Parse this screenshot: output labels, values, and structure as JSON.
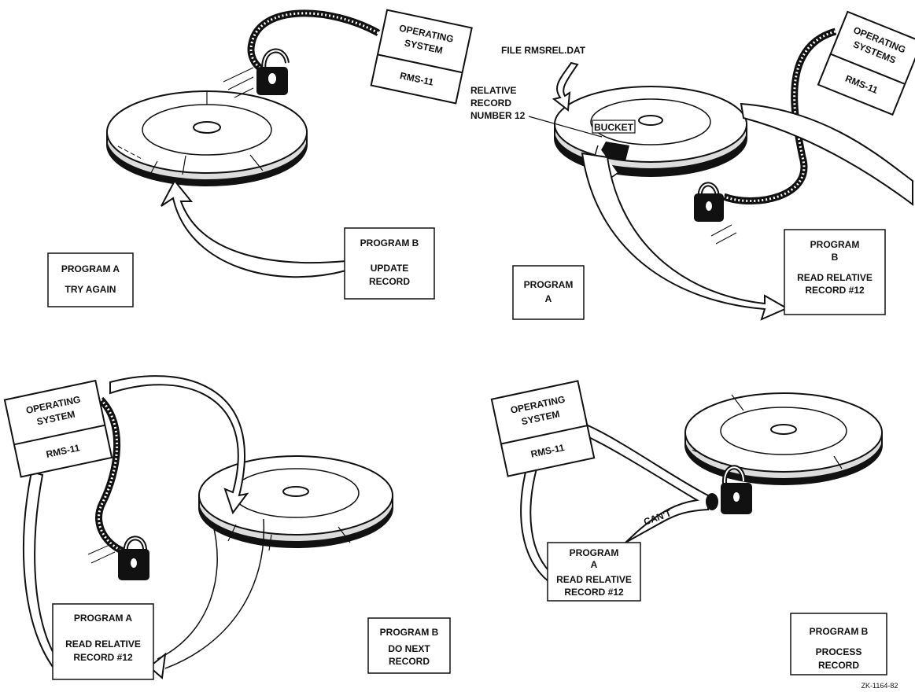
{
  "panels": {
    "top_left": {
      "os_box": {
        "line1": "OPERATING",
        "line2": "SYSTEM",
        "rms": "RMS-11"
      },
      "program_a": {
        "line1": "PROGRAM A",
        "line2": "TRY AGAIN"
      },
      "program_b": {
        "line1": "PROGRAM B",
        "line2": "UPDATE",
        "line3": "RECORD"
      }
    },
    "top_right": {
      "os_box": {
        "line1": "OPERATING",
        "line2": "SYSTEMS",
        "rms": "RMS-11"
      },
      "file_label": "FILE RMSREL.DAT",
      "relative_label": {
        "line1": "RELATIVE",
        "line2": "RECORD",
        "line3": "NUMBER 12"
      },
      "bucket_label": "BUCKET",
      "program_a": {
        "line1": "PROGRAM",
        "line2": "A"
      },
      "program_b": {
        "line1": "PROGRAM",
        "line2": "B",
        "line3": "READ RELATIVE",
        "line4": "RECORD #12"
      }
    },
    "bottom_left": {
      "os_box": {
        "line1": "OPERATING",
        "line2": "SYSTEM",
        "rms": "RMS-11"
      },
      "program_a": {
        "line1": "PROGRAM A",
        "line2": "READ RELATIVE",
        "line3": "RECORD #12"
      },
      "program_b": {
        "line1": "PROGRAM B",
        "line2": "DO NEXT",
        "line3": "RECORD"
      }
    },
    "bottom_right": {
      "os_box": {
        "line1": "OPERATING",
        "line2": "SYSTEM",
        "rms": "RMS-11"
      },
      "cant_label": "CAN'T",
      "program_a": {
        "line1": "PROGRAM",
        "line2": "A",
        "line3": "READ RELATIVE",
        "line4": "RECORD #12"
      },
      "program_b": {
        "line1": "PROGRAM B",
        "line2": "PROCESS",
        "line3": "RECORD"
      }
    }
  },
  "figure_id": "ZK-1164-82"
}
